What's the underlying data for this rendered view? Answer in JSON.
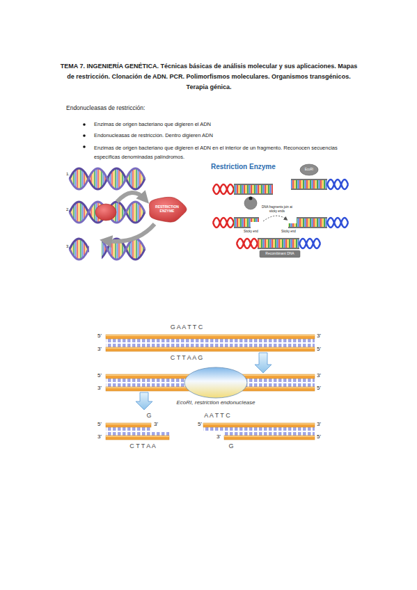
{
  "diagram": {
    "title": "TEMA 7. INGENIERÍA GENÉTICA. Técnicas básicas de análisis molecular y sus aplicaciones. Mapas de restricción. Clonación de ADN. PCR. Polimorfismos moleculares. Organismos transgénicos. Terapia génica.",
    "nodes": [
      {
        "text": [
          "RESTRICTION ENZYME"
        ]
      },
      {
        "text": [
          "EcoRI"
        ]
      },
      {
        "text": [
          "Recombinant DNA"
        ]
      }
    ],
    "labels": [
      "Endonucleasas de restricción:",
      "Enzimas de origen bacteriano que digieren el ADN",
      "Endonucleasas de restricción. Dentro digieren ADN",
      "Enzimas de origen bacteriano que digieren el ADN en el interior de un fragmento. Reconocen secuencias específicas denominadas palíndromos.",
      "1.",
      "2.",
      "3.",
      "Restriction Enzyme",
      "DNA fragments join at sticky ends",
      "Sticky end",
      "Sticky end",
      "G A A T T C",
      "5'",
      "3'",
      "3'",
      "5'",
      "C T T A A G",
      "5'",
      "3'",
      "3'",
      "5'",
      "EcoRI, restriction endonuclease",
      "G",
      "A A T T C",
      "5'",
      "3'",
      "5'",
      "3'",
      "3'",
      "3'",
      "5'",
      "C T T A A",
      "G"
    ]
  }
}
